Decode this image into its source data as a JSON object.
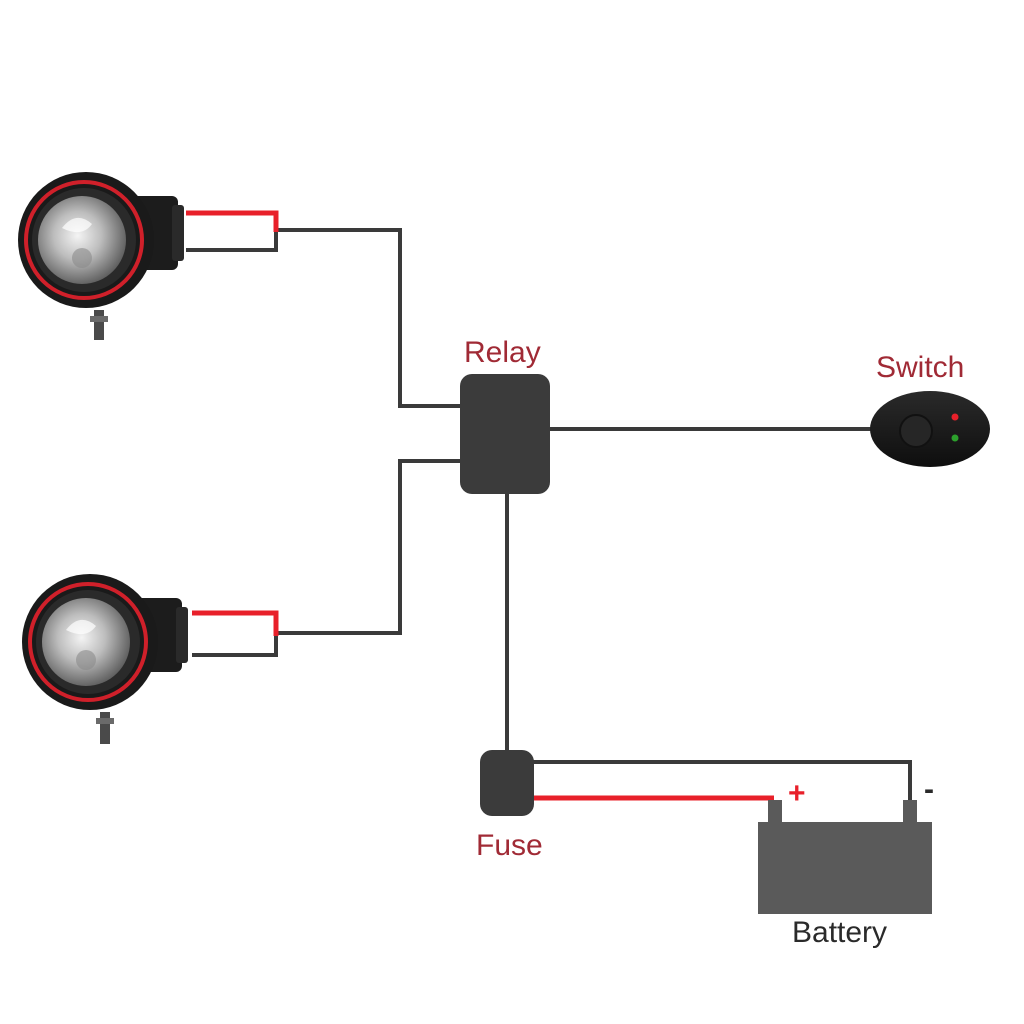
{
  "diagram": {
    "labels": {
      "relay": "Relay",
      "switch": "Switch",
      "fuse": "Fuse",
      "battery": "Battery",
      "battery_positive": "+",
      "battery_negative": "-"
    },
    "colors": {
      "wire_dark": "#3a3a3a",
      "wire_red": "#e8202a",
      "component": "#3b3b3b",
      "battery_body": "#5a5a5a",
      "label_red": "#a02a35",
      "label_dark": "#2a2a2a",
      "lamp_ring": "#d0202a",
      "switch_led_red": "#e8202a",
      "switch_led_green": "#2ca02c"
    },
    "components": {
      "lamp_top": "spotlight-lamp",
      "lamp_bottom": "spotlight-lamp",
      "relay": "relay-box",
      "switch": "toggle-switch",
      "fuse": "fuse-box",
      "battery": "battery"
    }
  }
}
